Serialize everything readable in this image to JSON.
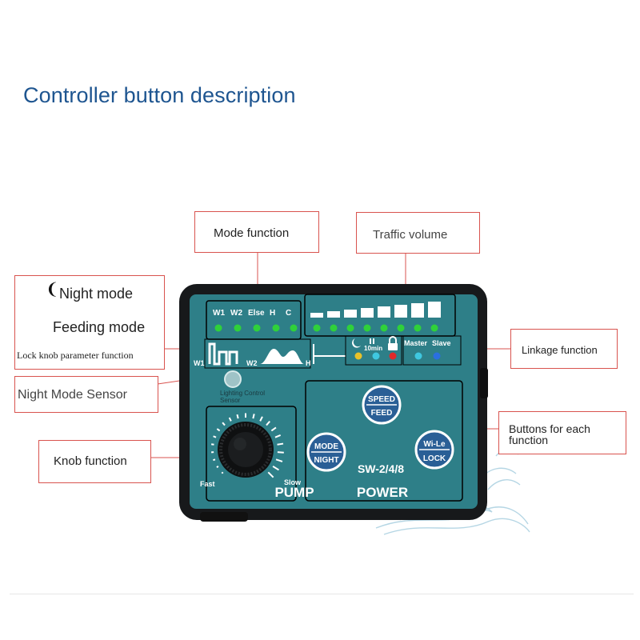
{
  "title": "Controller button description",
  "callouts": {
    "mode_function": "Mode function",
    "traffic_volume": "Traffic volume",
    "night_mode": "Night mode",
    "feeding_mode": "Feeding mode",
    "lock_knob": "Lock knob parameter function",
    "night_sensor": "Night Mode Sensor",
    "knob_function": "Knob function",
    "linkage_function": "Linkage function",
    "buttons_line1": "Buttons for each",
    "buttons_line2": "function"
  },
  "device": {
    "mode_labels": [
      "W1",
      "W2",
      "Else",
      "H",
      "C"
    ],
    "wave_labels": [
      "W1",
      "W2",
      "H"
    ],
    "timer_label": "10min",
    "link_labels": [
      "Master",
      "Slave"
    ],
    "sensor_text_1": "Lighting Control",
    "sensor_text_2": "Sensor",
    "speed_button": {
      "top": "SPEED",
      "bottom": "FEED"
    },
    "mode_button": {
      "top": "MODE",
      "bottom": "NIGHT"
    },
    "lock_button": {
      "top": "Wi-Le",
      "bottom": "LOCK"
    },
    "model": "SW-2/4/8",
    "power_label": "POWER",
    "pump_label": "PUMP",
    "fast_label": "Fast",
    "slow_label": "Slow"
  },
  "colors": {
    "title": "#1e5590",
    "callout_border": "#d9534f",
    "panel": "#2e7f88",
    "bezel": "#17191b",
    "led_green": "#2fd13a",
    "led_yellow": "#e8c22a",
    "led_cyan": "#3fc7e0",
    "led_red": "#e02a2a",
    "led_blue": "#2a6fe0"
  },
  "icons": [
    "crescent-moon-icon",
    "lock-icon",
    "pause-icon",
    "wave-decoration"
  ]
}
